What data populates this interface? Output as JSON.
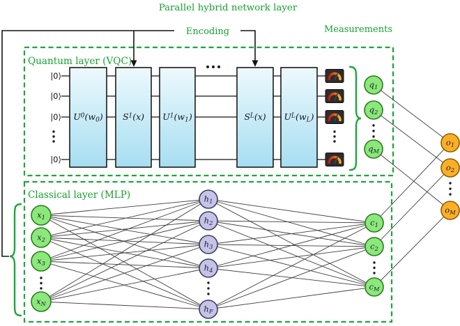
{
  "title": "Parallel hybrid network layer",
  "annotations": {
    "encoding": "Encoding",
    "measurements": "Measurements"
  },
  "colors": {
    "green_text": "#16A12D",
    "dash_green": "#1CA63A",
    "node_green_fill": "#8BE87A",
    "node_green_stroke": "#2B7A1F",
    "hidden_fill": "#C6C3E8",
    "hidden_stroke": "#3D3D5C",
    "output_fill": "#FCAF26",
    "output_stroke": "#8B5E00",
    "box_top": "#EDF9FD",
    "box_bottom": "#A6DEF1",
    "wire": "#111111",
    "edge": "#3D3D3D",
    "ink": "#141414",
    "label_ink": "#1B1B35"
  },
  "quantum_layer": {
    "label": "Quantum layer (VQC)",
    "qubit_label": "|0⟩",
    "measurement_icon": "gauge-icon",
    "gates": [
      {
        "text": "U^0(w_0)",
        "segments": [
          [
            "U",
            ""
          ],
          [
            "0",
            "sup"
          ],
          [
            "(w",
            ""
          ],
          [
            "0",
            "sub"
          ],
          [
            ")",
            ""
          ]
        ]
      },
      {
        "text": "S^1(x)",
        "segments": [
          [
            "S",
            ""
          ],
          [
            "1",
            "sup"
          ],
          [
            "(x)",
            ""
          ]
        ]
      },
      {
        "text": "U^1(w_1)",
        "segments": [
          [
            "U",
            ""
          ],
          [
            "1",
            "sup"
          ],
          [
            "(w",
            ""
          ],
          [
            "1",
            "sub"
          ],
          [
            ")",
            ""
          ]
        ]
      },
      {
        "text": "S^L(x)",
        "segments": [
          [
            "S",
            ""
          ],
          [
            "L",
            "sup"
          ],
          [
            "(x)",
            ""
          ]
        ]
      },
      {
        "text": "U^L(w_L)",
        "segments": [
          [
            "U",
            ""
          ],
          [
            "L",
            "sup"
          ],
          [
            "(w",
            ""
          ],
          [
            "L",
            "sub"
          ],
          [
            ")",
            ""
          ]
        ]
      }
    ],
    "outputs": [
      {
        "text": "q_1",
        "segments": [
          [
            "q",
            ""
          ],
          [
            "1",
            "sub"
          ]
        ]
      },
      {
        "text": "q_2",
        "segments": [
          [
            "q",
            ""
          ],
          [
            "2",
            "sub"
          ]
        ]
      },
      {
        "text": "q_M",
        "segments": [
          [
            "q",
            ""
          ],
          [
            "M",
            "sub"
          ]
        ]
      }
    ]
  },
  "classical_layer": {
    "label": "Classical layer (MLP)",
    "inputs": [
      {
        "text": "x_1",
        "segments": [
          [
            "x",
            ""
          ],
          [
            "1",
            "sub"
          ]
        ]
      },
      {
        "text": "x_2",
        "segments": [
          [
            "x",
            ""
          ],
          [
            "2",
            "sub"
          ]
        ]
      },
      {
        "text": "x_3",
        "segments": [
          [
            "x",
            ""
          ],
          [
            "3",
            "sub"
          ]
        ]
      },
      {
        "text": "x_N",
        "segments": [
          [
            "x",
            ""
          ],
          [
            "N",
            "sub"
          ]
        ]
      }
    ],
    "hidden": [
      {
        "text": "h_1",
        "segments": [
          [
            "h",
            ""
          ],
          [
            "1",
            "sub"
          ]
        ]
      },
      {
        "text": "h_2",
        "segments": [
          [
            "h",
            ""
          ],
          [
            "2",
            "sub"
          ]
        ]
      },
      {
        "text": "h_3",
        "segments": [
          [
            "h",
            ""
          ],
          [
            "3",
            "sub"
          ]
        ]
      },
      {
        "text": "h_4",
        "segments": [
          [
            "h",
            ""
          ],
          [
            "4",
            "sub"
          ]
        ]
      },
      {
        "text": "h_F",
        "segments": [
          [
            "h",
            ""
          ],
          [
            "F",
            "sub"
          ]
        ]
      }
    ],
    "outputs": [
      {
        "text": "c_1",
        "segments": [
          [
            "c",
            ""
          ],
          [
            "1",
            "sub"
          ]
        ]
      },
      {
        "text": "c_2",
        "segments": [
          [
            "c",
            ""
          ],
          [
            "2",
            "sub"
          ]
        ]
      },
      {
        "text": "c_M",
        "segments": [
          [
            "c",
            ""
          ],
          [
            "M",
            "sub"
          ]
        ]
      }
    ]
  },
  "final_outputs": [
    {
      "text": "o_1",
      "segments": [
        [
          "o",
          ""
        ],
        [
          "1",
          "sub"
        ]
      ]
    },
    {
      "text": "o_2",
      "segments": [
        [
          "o",
          ""
        ],
        [
          "2",
          "sub"
        ]
      ]
    },
    {
      "text": "o_M",
      "segments": [
        [
          "o",
          ""
        ],
        [
          "M",
          "sub"
        ]
      ]
    }
  ]
}
